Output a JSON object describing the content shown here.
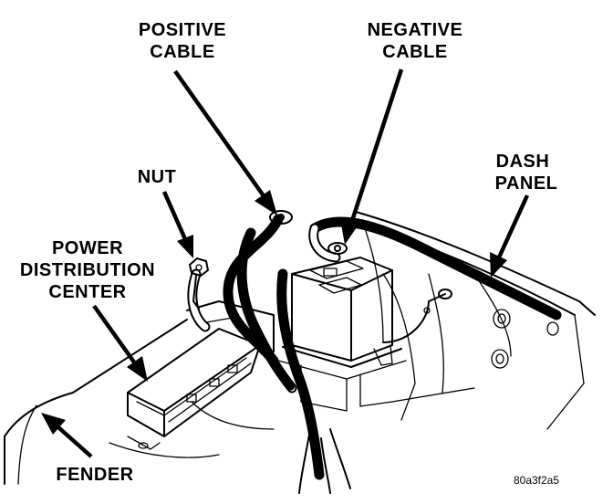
{
  "labels": {
    "positive_cable_line1": "POSITIVE",
    "positive_cable_line2": "CABLE",
    "negative_cable_line1": "NEGATIVE",
    "negative_cable_line2": "CABLE",
    "nut": "NUT",
    "dash_panel_line1": "DASH",
    "dash_panel_line2": "PANEL",
    "pdc_line1": "POWER",
    "pdc_line2": "DISTRIBUTION",
    "pdc_line3": "CENTER",
    "fender": "FENDER",
    "figure_code": "80a3f2a5"
  }
}
